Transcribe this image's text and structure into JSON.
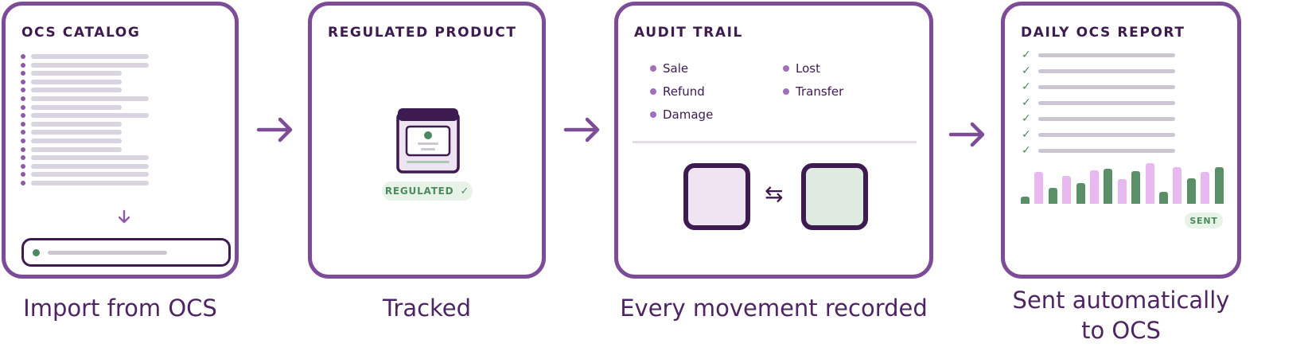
{
  "colors": {
    "border": "#7d4c97",
    "dark": "#3d1a4f",
    "green": "#5b8f68",
    "pink": "#e7b9f0",
    "gray_line": "#d9d4df",
    "badge_bg": "#e8f3e8"
  },
  "steps": [
    {
      "title": "OCS CATALOG",
      "caption": "Import from OCS"
    },
    {
      "title": "REGULATED PRODUCT",
      "caption": "Tracked",
      "badge": "REGULATED"
    },
    {
      "title": "AUDIT TRAIL",
      "caption": "Every movement recorded",
      "events_left": [
        "Sale",
        "Refund",
        "Damage"
      ],
      "events_right": [
        "Lost",
        "Transfer"
      ]
    },
    {
      "title": "DAILY OCS REPORT",
      "caption_line1": "Sent automatically",
      "caption_line2": "to OCS",
      "status": "SENT"
    }
  ],
  "icons": {
    "flow_arrow": "arrow-right-icon",
    "down_arrow": "arrow-down-icon",
    "check": "check-icon",
    "swap": "swap-arrows-icon"
  },
  "glyphs": {
    "check": "✓",
    "swap": "⇆"
  }
}
